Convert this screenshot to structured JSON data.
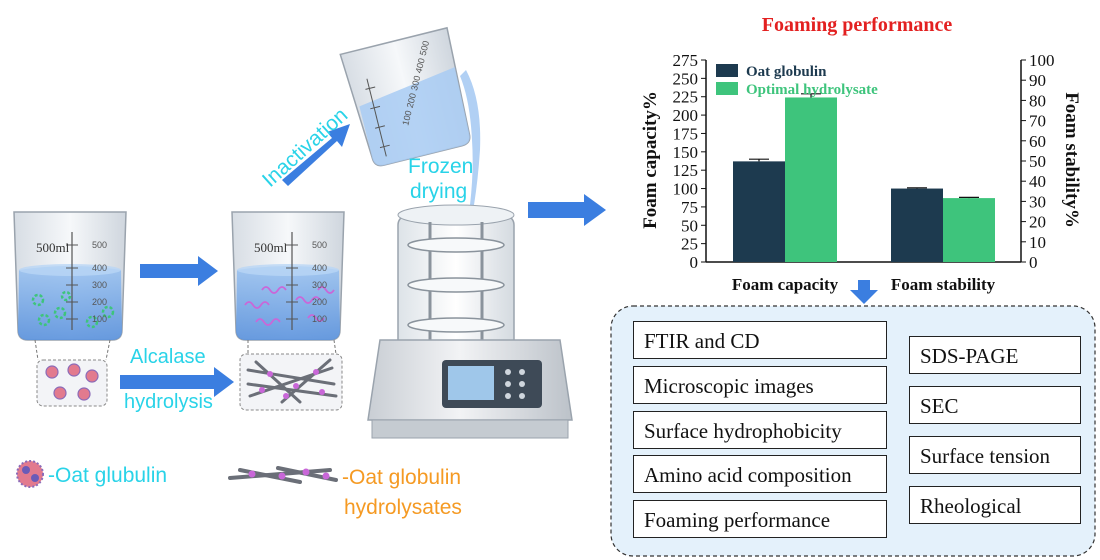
{
  "labels": {
    "inactivation": "Inactivation",
    "frozen_drying_1": "Frozen",
    "frozen_drying_2": "drying",
    "alcalase_1": "Alcalase",
    "alcalase_2": "hydrolysis",
    "beaker_volume": "500ml",
    "beaker_ticks": [
      "500",
      "400",
      "300",
      "200",
      "100"
    ],
    "pour_beaker_ticks": [
      "500",
      "400",
      "300",
      "200",
      "100"
    ],
    "legend_globulin": "-Oat glubulin",
    "legend_hydrolysate_1": "-Oat globulin",
    "legend_hydrolysate_2": "hydrolysates"
  },
  "chart_data": {
    "type": "bar",
    "title": "Foaming performance",
    "categories": [
      "Foam capacity",
      "Foam stability"
    ],
    "series": [
      {
        "name": "Oat globulin",
        "values": [
          137,
          100
        ],
        "errors": [
          3,
          1
        ],
        "axis": [
          "left",
          "left"
        ]
      },
      {
        "name": "Optimal  hydrolysate",
        "values": [
          224,
          87
        ],
        "errors": [
          5,
          1
        ],
        "axis": [
          "left",
          "left"
        ]
      }
    ],
    "ylabel_left": "Foam capacity%",
    "ylabel_right": "Foam stability%",
    "ylim_left": [
      0,
      275
    ],
    "ylim_right": [
      0,
      100
    ],
    "yticks_left": [
      "0",
      "25",
      "50",
      "75",
      "100",
      "125",
      "150",
      "175",
      "200",
      "225",
      "250",
      "275"
    ],
    "yticks_right": [
      "0",
      "10",
      "20",
      "30",
      "40",
      "50",
      "60",
      "70",
      "80",
      "90",
      "100"
    ],
    "legend_position": "top-left",
    "colors": [
      "#1d3a4f",
      "#3ec47c"
    ]
  },
  "analysis": {
    "left_items": [
      "FTIR and CD",
      "Microscopic images",
      "Surface hydrophobicity",
      "Amino acid composition",
      "Foaming performance"
    ],
    "right_items": [
      "SDS-PAGE",
      "SEC",
      "Surface tension",
      "Rheological"
    ]
  },
  "colors": {
    "arrow_blue": "#3b7ee0",
    "cyan_text": "#29d3e8",
    "orange_text": "#f59a23",
    "title_red": "#e32020",
    "panel_bg": "#e4f1fb",
    "water": "#7fb0ea",
    "pink": "#c967d8"
  }
}
